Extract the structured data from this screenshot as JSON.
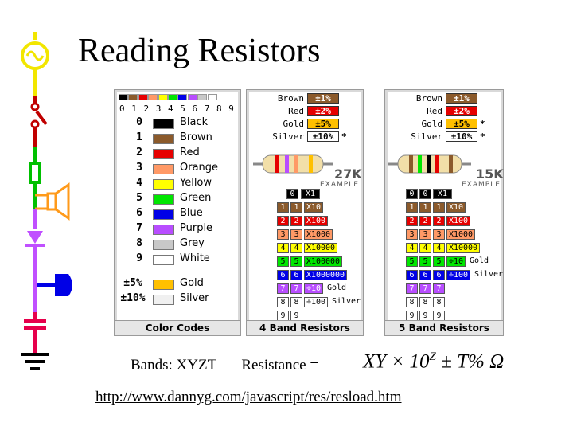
{
  "title": "Reading Resistors",
  "color_codes": {
    "footer": "Color Codes",
    "digits_label": "0 1 2 3 4 5 6 7 8 9",
    "rows": [
      {
        "digit": "0",
        "name": "Black",
        "color": "#000000"
      },
      {
        "digit": "1",
        "name": "Brown",
        "color": "#8b5a2b"
      },
      {
        "digit": "2",
        "name": "Red",
        "color": "#e60000"
      },
      {
        "digit": "3",
        "name": "Orange",
        "color": "#ff9966"
      },
      {
        "digit": "4",
        "name": "Yellow",
        "color": "#ffff00"
      },
      {
        "digit": "5",
        "name": "Green",
        "color": "#00e600"
      },
      {
        "digit": "6",
        "name": "Blue",
        "color": "#0000e6"
      },
      {
        "digit": "7",
        "name": "Purple",
        "color": "#b84dff"
      },
      {
        "digit": "8",
        "name": "Grey",
        "color": "#c8c8c8"
      },
      {
        "digit": "9",
        "name": "White",
        "color": "#ffffff"
      }
    ],
    "tolerance_rows": [
      {
        "value": "±5%",
        "name": "Gold",
        "color": "#ffc000"
      },
      {
        "value": "±10%",
        "name": "Silver",
        "color": "#f0f0f0"
      }
    ]
  },
  "band4": {
    "footer": "4 Band Resistors",
    "tolerances": [
      {
        "label": "Brown",
        "value": "±1%",
        "box": "#8b5a2b",
        "fg": "#ffffff",
        "star": ""
      },
      {
        "label": "Red",
        "value": "±2%",
        "box": "#e60000",
        "fg": "#ffffff",
        "star": ""
      },
      {
        "label": "Gold",
        "value": "±5%",
        "box": "#ffc000",
        "fg": "#000000",
        "star": ""
      },
      {
        "label": "Silver",
        "value": "±10%",
        "box": "#ffffff",
        "fg": "#000000",
        "star": "*"
      }
    ],
    "example_value": "27K",
    "example_label": "EXAMPLE",
    "header_cells": [
      "0",
      "X1"
    ],
    "rows": [
      {
        "cells": [
          "1",
          "1",
          "X10"
        ],
        "color": "#8b5a2b",
        "fg": "#ffffff"
      },
      {
        "cells": [
          "2",
          "2",
          "X100"
        ],
        "color": "#e60000",
        "fg": "#ffffff"
      },
      {
        "cells": [
          "3",
          "3",
          "X1000"
        ],
        "color": "#ff9966",
        "fg": "#000000"
      },
      {
        "cells": [
          "4",
          "4",
          "X10000"
        ],
        "color": "#ffff00",
        "fg": "#000000"
      },
      {
        "cells": [
          "5",
          "5",
          "X100000"
        ],
        "color": "#00e600",
        "fg": "#000000"
      },
      {
        "cells": [
          "6",
          "6",
          "X1000000"
        ],
        "color": "#0000e6",
        "fg": "#ffffff"
      },
      {
        "cells": [
          "7",
          "7",
          "÷10",
          "Gold"
        ],
        "color": "#b84dff",
        "fg": "#ffffff"
      },
      {
        "cells": [
          "8",
          "8",
          "÷100",
          "Silver"
        ],
        "color": "#ffffff",
        "fg": "#000000"
      },
      {
        "cells": [
          "9",
          "9"
        ],
        "color": "#ffffff",
        "fg": "#000000"
      }
    ]
  },
  "band5": {
    "footer": "5 Band Resistors",
    "tolerances": [
      {
        "label": "Brown",
        "value": "±1%",
        "box": "#8b5a2b",
        "fg": "#ffffff",
        "star": ""
      },
      {
        "label": "Red",
        "value": "±2%",
        "box": "#e60000",
        "fg": "#ffffff",
        "star": ""
      },
      {
        "label": "Gold",
        "value": "±5%",
        "box": "#ffc000",
        "fg": "#000000",
        "star": "*"
      },
      {
        "label": "Silver",
        "value": "±10%",
        "box": "#ffffff",
        "fg": "#000000",
        "star": "*"
      }
    ],
    "example_value": "15K",
    "example_label": "EXAMPLE",
    "header_cells": [
      "0",
      "0",
      "X1"
    ],
    "rows": [
      {
        "cells": [
          "1",
          "1",
          "1",
          "X10"
        ],
        "color": "#8b5a2b",
        "fg": "#ffffff"
      },
      {
        "cells": [
          "2",
          "2",
          "2",
          "X100"
        ],
        "color": "#e60000",
        "fg": "#ffffff"
      },
      {
        "cells": [
          "3",
          "3",
          "3",
          "X1000"
        ],
        "color": "#ff9966",
        "fg": "#000000"
      },
      {
        "cells": [
          "4",
          "4",
          "4",
          "X10000"
        ],
        "color": "#ffff00",
        "fg": "#000000"
      },
      {
        "cells": [
          "5",
          "5",
          "5",
          "÷10",
          "Gold"
        ],
        "color": "#00e600",
        "fg": "#000000"
      },
      {
        "cells": [
          "6",
          "6",
          "6",
          "÷100",
          "Silver"
        ],
        "color": "#0000e6",
        "fg": "#ffffff"
      },
      {
        "cells": [
          "7",
          "7",
          "7"
        ],
        "color": "#b84dff",
        "fg": "#ffffff"
      },
      {
        "cells": [
          "8",
          "8",
          "8"
        ],
        "color": "#ffffff",
        "fg": "#000000"
      },
      {
        "cells": [
          "9",
          "9",
          "9"
        ],
        "color": "#ffffff",
        "fg": "#000000"
      }
    ]
  },
  "bands_text": "Bands: XYZT",
  "resistance_label": "Resistance =",
  "formula": {
    "base": "XY × 10",
    "exp": "Z",
    "tail": "± T% Ω"
  },
  "url": "http://www.dannyg.com/javascript/res/resload.htm"
}
